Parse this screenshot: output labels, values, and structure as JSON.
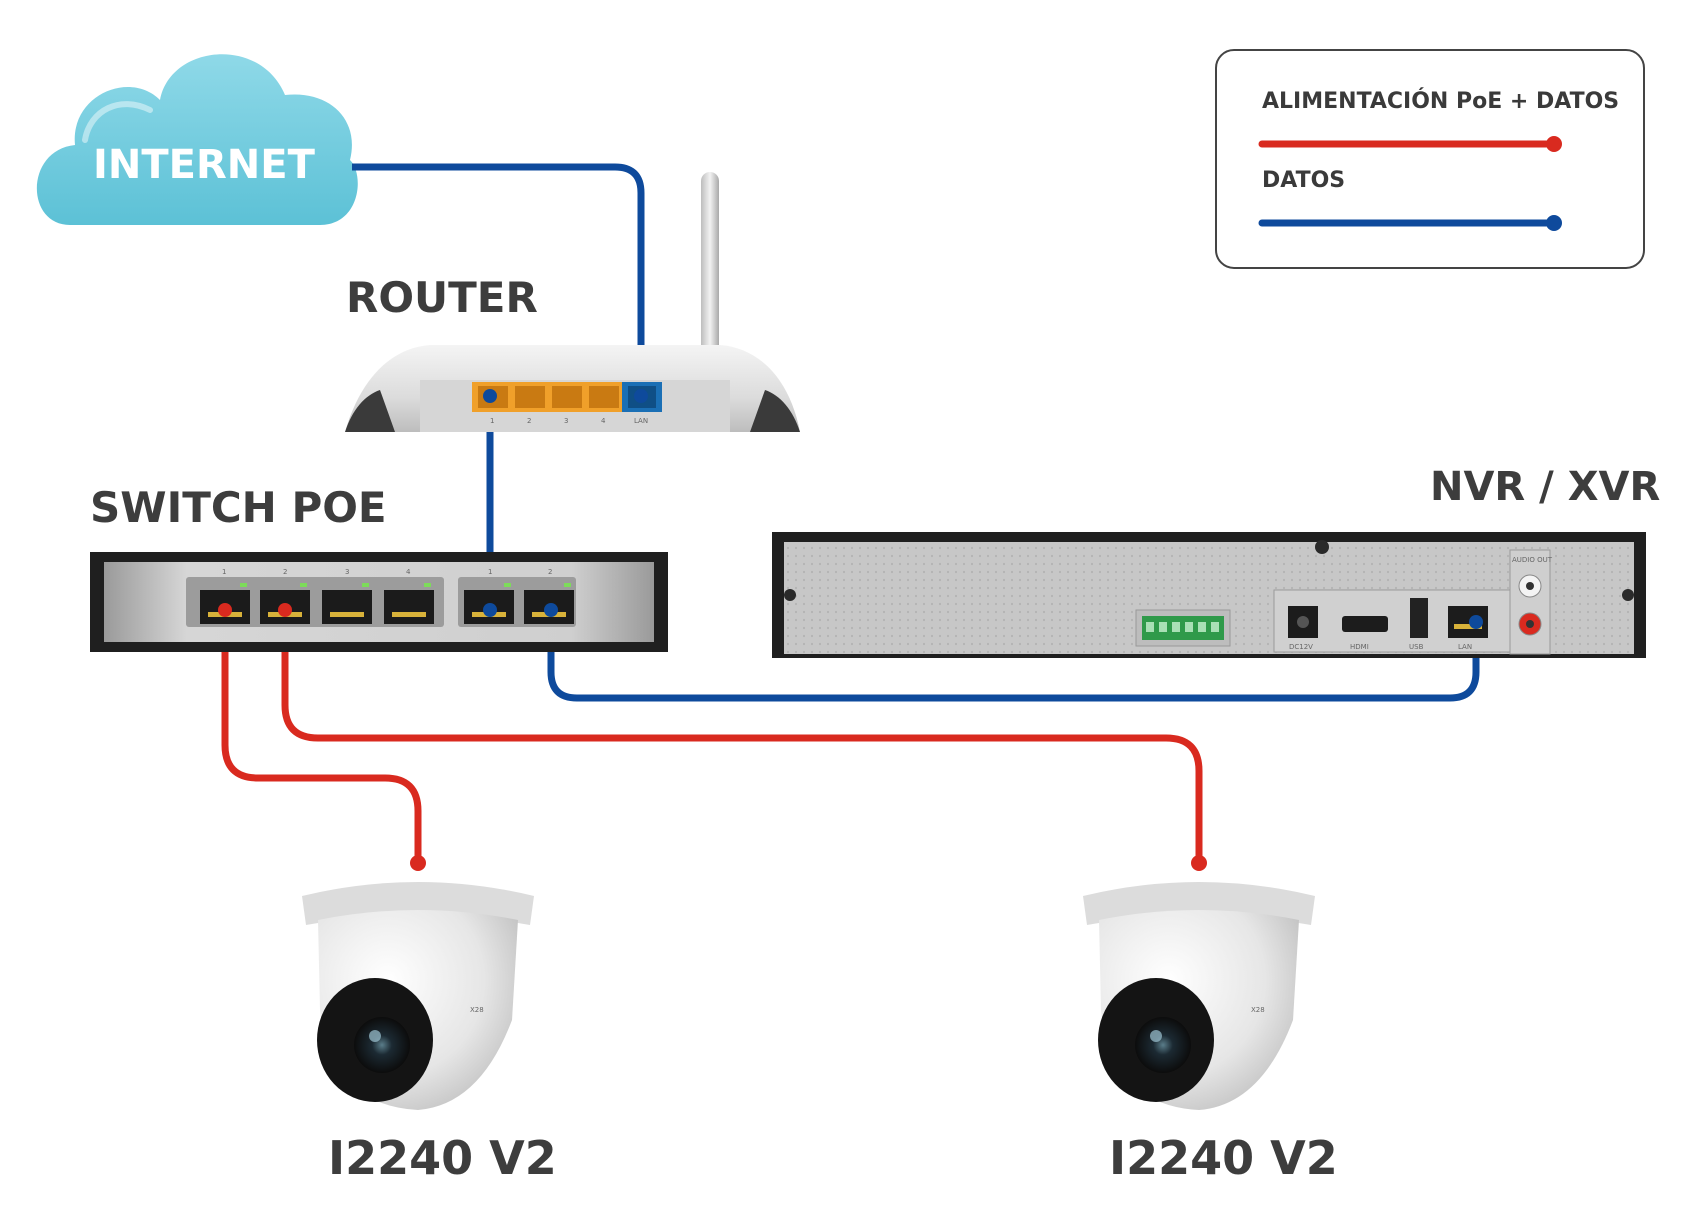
{
  "labels": {
    "internet": "INTERNET",
    "router": "ROUTER",
    "switch": "SWITCH POE",
    "nvr": "NVR / XVR",
    "camera_left": "I2240 V2",
    "camera_right": "I2240 V2"
  },
  "legend": {
    "poe_label": "ALIMENTACIÓN PoE + DATOS",
    "data_label": "DATOS"
  },
  "router_ports": [
    "1",
    "2",
    "3",
    "4",
    "LAN"
  ],
  "switch_ports": [
    "1",
    "2",
    "3",
    "4",
    "1",
    "2"
  ],
  "nvr_ports": [
    "DC12V",
    "HDMI",
    "USB",
    "LAN",
    "AUDIO OUT"
  ],
  "colors": {
    "poe_cable": "#d92a1f",
    "data_cable": "#0e4a9c",
    "cloud": "#6fcbdc",
    "port_orange": "#f0a02a",
    "port_blue": "#1a6fb5",
    "label_text": "#3d3d3d"
  }
}
